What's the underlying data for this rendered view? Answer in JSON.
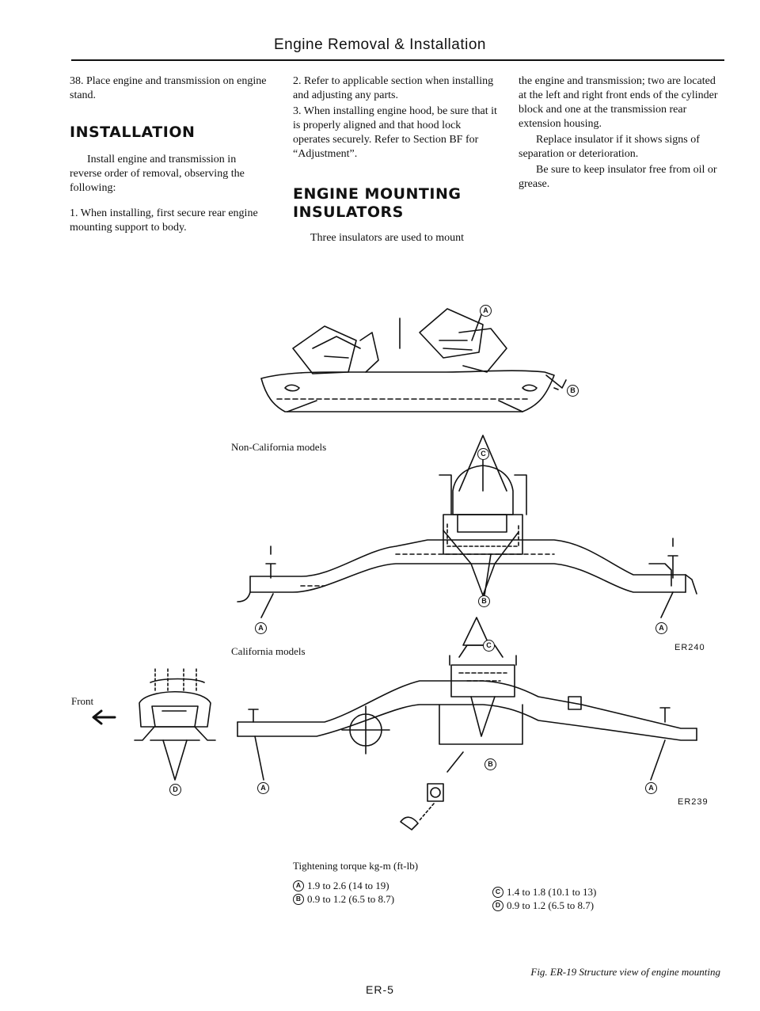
{
  "header": {
    "title": "Engine Removal & Installation"
  },
  "col1": {
    "step38": "38.   Place engine and transmission on engine stand.",
    "heading": "INSTALLATION",
    "intro": "Install engine and transmission in reverse order of removal, observing the following:",
    "step1": "1.   When installing, first secure rear engine mounting support to body."
  },
  "col2": {
    "step2": "2.   Refer to applicable section when installing and adjusting any parts.",
    "step3": "3.   When installing engine hood, be sure that it is properly aligned and that hood lock operates securely. Refer to Section BF for “Adjustment”.",
    "heading": "ENGINE MOUNTING INSULATORS",
    "intro": "Three insulators are used to mount"
  },
  "col3": {
    "para1": "the engine and transmission; two are located at the left and right front ends of the cylinder block and one at the transmission rear extension housing.",
    "para2": "Replace insulator if it shows signs of separation or deterioration.",
    "para3": "Be sure to keep insulator free from oil or grease."
  },
  "figure": {
    "label_non_california": "Non-California models",
    "label_california": "California models",
    "label_front": "Front",
    "code_er240": "ER240",
    "code_er239": "ER239",
    "mark_a": "A",
    "mark_b": "B",
    "mark_c": "C",
    "mark_d": "D"
  },
  "torque": {
    "title": "Tightening torque   kg-m (ft-lb)",
    "items": [
      {
        "mark": "A",
        "value": "1.9 to 2.6 (14 to 19)"
      },
      {
        "mark": "B",
        "value": "0.9 to 1.2 (6.5 to 8.7)"
      },
      {
        "mark": "C",
        "value": "1.4 to 1.8 (10.1 to 13)"
      },
      {
        "mark": "D",
        "value": "0.9 to 1.2 (6.5 to 8.7)"
      }
    ]
  },
  "caption": "Fig. ER-19 Structure view of engine mounting",
  "page_number": "ER-5"
}
